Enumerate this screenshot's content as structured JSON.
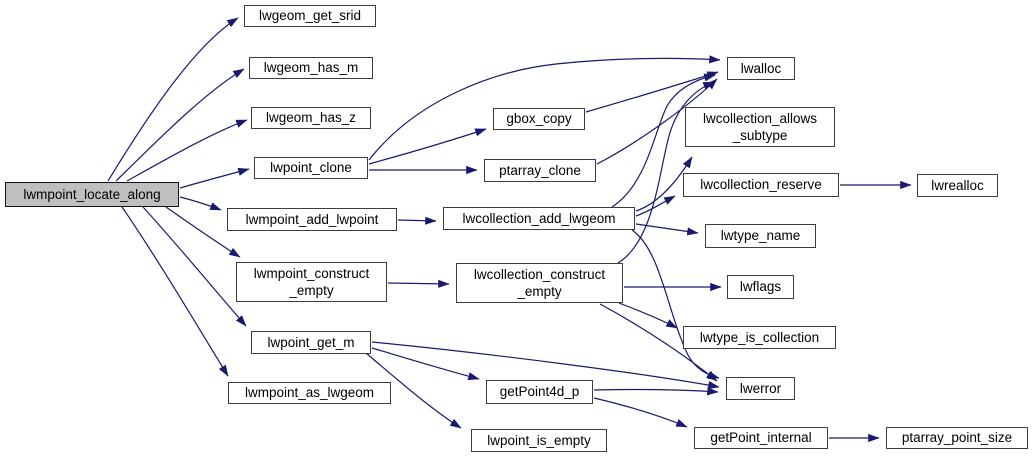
{
  "diagram": {
    "kind": "doxygen-call-graph",
    "root_function": "lwmpoint_locate_along",
    "edge_color": "#191970",
    "node_border_color": "#3d3d3d",
    "node_fill_color": "#ffffff",
    "root_fill_color": "#bfbfbf",
    "background_color": "#ffffff"
  },
  "nodes": [
    {
      "id": "lwmpoint_locate_along",
      "label": "lwmpoint_locate_along"
    },
    {
      "id": "lwgeom_get_srid",
      "label": "lwgeom_get_srid"
    },
    {
      "id": "lwgeom_has_m",
      "label": "lwgeom_has_m"
    },
    {
      "id": "lwgeom_has_z",
      "label": "lwgeom_has_z"
    },
    {
      "id": "lwpoint_clone",
      "label": "lwpoint_clone"
    },
    {
      "id": "lwmpoint_add_lwpoint",
      "label": "lwmpoint_add_lwpoint"
    },
    {
      "id": "lwmpoint_construct_empty",
      "label": "lwmpoint_construct\n_empty"
    },
    {
      "id": "lwpoint_get_m",
      "label": "lwpoint_get_m"
    },
    {
      "id": "lwmpoint_as_lwgeom",
      "label": "lwmpoint_as_lwgeom"
    },
    {
      "id": "gbox_copy",
      "label": "gbox_copy"
    },
    {
      "id": "ptarray_clone",
      "label": "ptarray_clone"
    },
    {
      "id": "lwcollection_add_lwgeom",
      "label": "lwcollection_add_lwgeom"
    },
    {
      "id": "lwcollection_construct_empty",
      "label": "lwcollection_construct\n_empty"
    },
    {
      "id": "getPoint4d_p",
      "label": "getPoint4d_p"
    },
    {
      "id": "lwpoint_is_empty",
      "label": "lwpoint_is_empty"
    },
    {
      "id": "lwalloc",
      "label": "lwalloc"
    },
    {
      "id": "lwcollection_allows_subtype",
      "label": "lwcollection_allows\n_subtype"
    },
    {
      "id": "lwcollection_reserve",
      "label": "lwcollection_reserve"
    },
    {
      "id": "lwtype_name",
      "label": "lwtype_name"
    },
    {
      "id": "lwflags",
      "label": "lwflags"
    },
    {
      "id": "lwtype_is_collection",
      "label": "lwtype_is_collection"
    },
    {
      "id": "lwerror",
      "label": "lwerror"
    },
    {
      "id": "getPoint_internal",
      "label": "getPoint_internal"
    },
    {
      "id": "lwrealloc",
      "label": "lwrealloc"
    },
    {
      "id": "ptarray_point_size",
      "label": "ptarray_point_size"
    }
  ],
  "edges": [
    {
      "from": "lwmpoint_locate_along",
      "to": "lwgeom_get_srid"
    },
    {
      "from": "lwmpoint_locate_along",
      "to": "lwgeom_has_m"
    },
    {
      "from": "lwmpoint_locate_along",
      "to": "lwgeom_has_z"
    },
    {
      "from": "lwmpoint_locate_along",
      "to": "lwpoint_clone"
    },
    {
      "from": "lwmpoint_locate_along",
      "to": "lwmpoint_add_lwpoint"
    },
    {
      "from": "lwmpoint_locate_along",
      "to": "lwmpoint_construct_empty"
    },
    {
      "from": "lwmpoint_locate_along",
      "to": "lwpoint_get_m"
    },
    {
      "from": "lwmpoint_locate_along",
      "to": "lwmpoint_as_lwgeom"
    },
    {
      "from": "lwpoint_clone",
      "to": "lwalloc"
    },
    {
      "from": "lwpoint_clone",
      "to": "gbox_copy"
    },
    {
      "from": "lwpoint_clone",
      "to": "ptarray_clone"
    },
    {
      "from": "gbox_copy",
      "to": "lwalloc"
    },
    {
      "from": "ptarray_clone",
      "to": "lwalloc"
    },
    {
      "from": "lwmpoint_add_lwpoint",
      "to": "lwcollection_add_lwgeom"
    },
    {
      "from": "lwcollection_add_lwgeom",
      "to": "lwalloc"
    },
    {
      "from": "lwcollection_add_lwgeom",
      "to": "lwcollection_allows_subtype"
    },
    {
      "from": "lwcollection_add_lwgeom",
      "to": "lwcollection_reserve"
    },
    {
      "from": "lwcollection_add_lwgeom",
      "to": "lwtype_name"
    },
    {
      "from": "lwcollection_add_lwgeom",
      "to": "lwerror"
    },
    {
      "from": "lwmpoint_construct_empty",
      "to": "lwcollection_construct_empty"
    },
    {
      "from": "lwcollection_construct_empty",
      "to": "lwalloc"
    },
    {
      "from": "lwcollection_construct_empty",
      "to": "lwflags"
    },
    {
      "from": "lwcollection_construct_empty",
      "to": "lwtype_is_collection"
    },
    {
      "from": "lwcollection_construct_empty",
      "to": "lwerror"
    },
    {
      "from": "lwpoint_get_m",
      "to": "getPoint4d_p"
    },
    {
      "from": "lwpoint_get_m",
      "to": "lwpoint_is_empty"
    },
    {
      "from": "lwpoint_get_m",
      "to": "lwerror"
    },
    {
      "from": "getPoint4d_p",
      "to": "lwerror"
    },
    {
      "from": "getPoint4d_p",
      "to": "getPoint_internal"
    },
    {
      "from": "lwcollection_reserve",
      "to": "lwrealloc"
    },
    {
      "from": "getPoint_internal",
      "to": "ptarray_point_size"
    }
  ]
}
